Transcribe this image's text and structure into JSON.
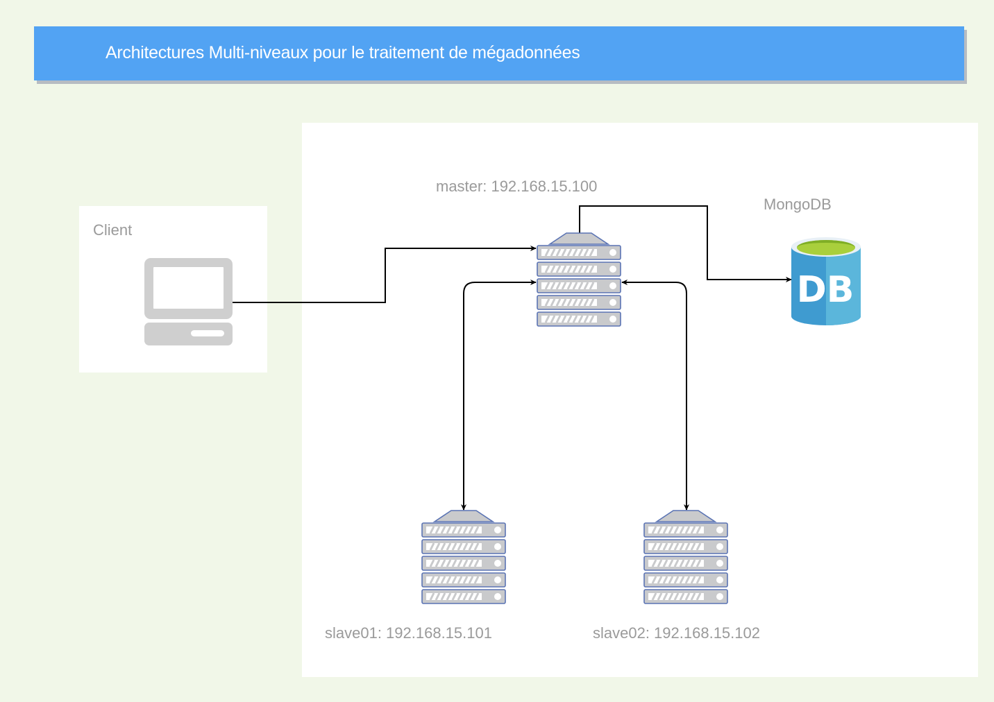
{
  "header": {
    "title": "Architectures Multi-niveaux pour le traitement de mégadonnées"
  },
  "client": {
    "label": "Client",
    "icon": "computer-icon"
  },
  "nodes": {
    "master": {
      "label": "master: 192.168.15.100",
      "icon": "server-icon"
    },
    "slave01": {
      "label": "slave01: 192.168.15.101",
      "icon": "server-icon"
    },
    "slave02": {
      "label": "slave02: 192.168.15.102",
      "icon": "server-icon"
    }
  },
  "database": {
    "label": "MongoDB",
    "icon_text": "DB",
    "icon": "database-icon"
  },
  "colors": {
    "background": "#f1f7e8",
    "title_bar": "#52a3f3",
    "panel": "#ffffff",
    "label": "#9a9a9a",
    "server_fill": "#c9cacc",
    "server_outline": "#5a73b3",
    "db_body": "#3f9bd0",
    "db_top": "#a9cf3c",
    "connector": "#000000"
  },
  "connections": [
    {
      "from": "client",
      "to": "master",
      "type": "directed"
    },
    {
      "from": "master",
      "to": "mongodb",
      "type": "directed"
    },
    {
      "from": "master",
      "to": "slave01",
      "type": "bidirectional"
    },
    {
      "from": "master",
      "to": "slave02",
      "type": "bidirectional"
    }
  ]
}
